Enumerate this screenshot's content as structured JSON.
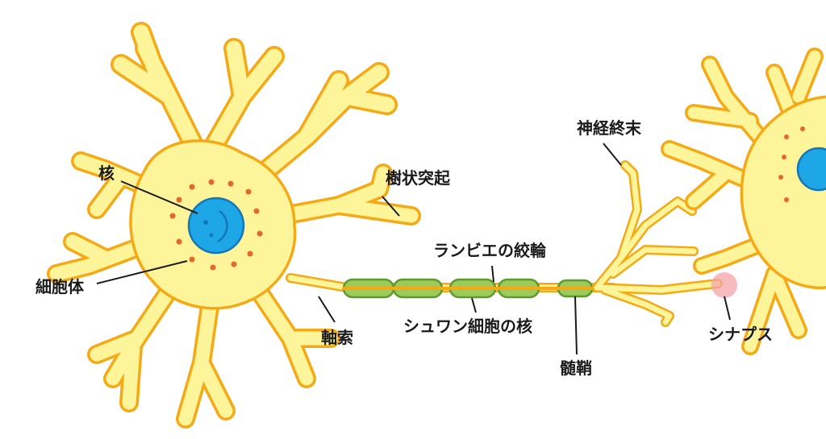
{
  "labels": {
    "nucleus": "核",
    "cell_body": "細胞体",
    "dendrite": "樹状突起",
    "axon": "軸索",
    "node_of_ranvier": "ランビエの絞輪",
    "schwann_nucleus": "シュワン細胞の核",
    "myelin_sheath": "髄鞘",
    "axon_terminal": "神経終末",
    "synapse": "シナプス"
  },
  "colors": {
    "cell_fill": "#fef59a",
    "cell_outline": "#f6a914",
    "nucleus_fill": "#1ea7e6",
    "nucleus_outline": "#1576b8",
    "organelle_dots": "#e8662a",
    "myelin_fill": "#9ccb5b",
    "myelin_outline": "#5e9a2c",
    "synapse_glow": "#f4a3a8",
    "leader_lines": "#1a1a1a"
  }
}
